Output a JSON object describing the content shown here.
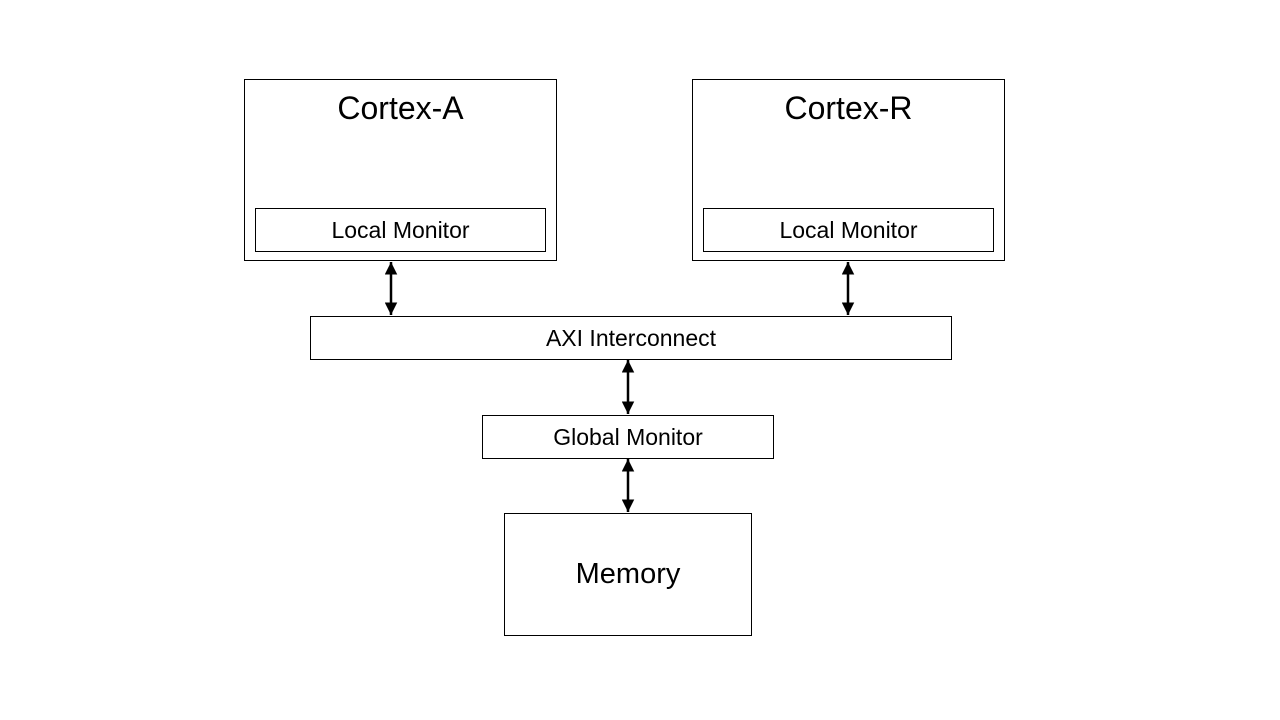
{
  "diagram": {
    "cortex_a": {
      "title": "Cortex-A",
      "local_monitor": "Local Monitor"
    },
    "cortex_r": {
      "title": "Cortex-R",
      "local_monitor": "Local Monitor"
    },
    "interconnect": "AXI Interconnect",
    "global_monitor": "Global Monitor",
    "memory": "Memory"
  },
  "colors": {
    "stroke": "#000000",
    "background": "#ffffff"
  }
}
